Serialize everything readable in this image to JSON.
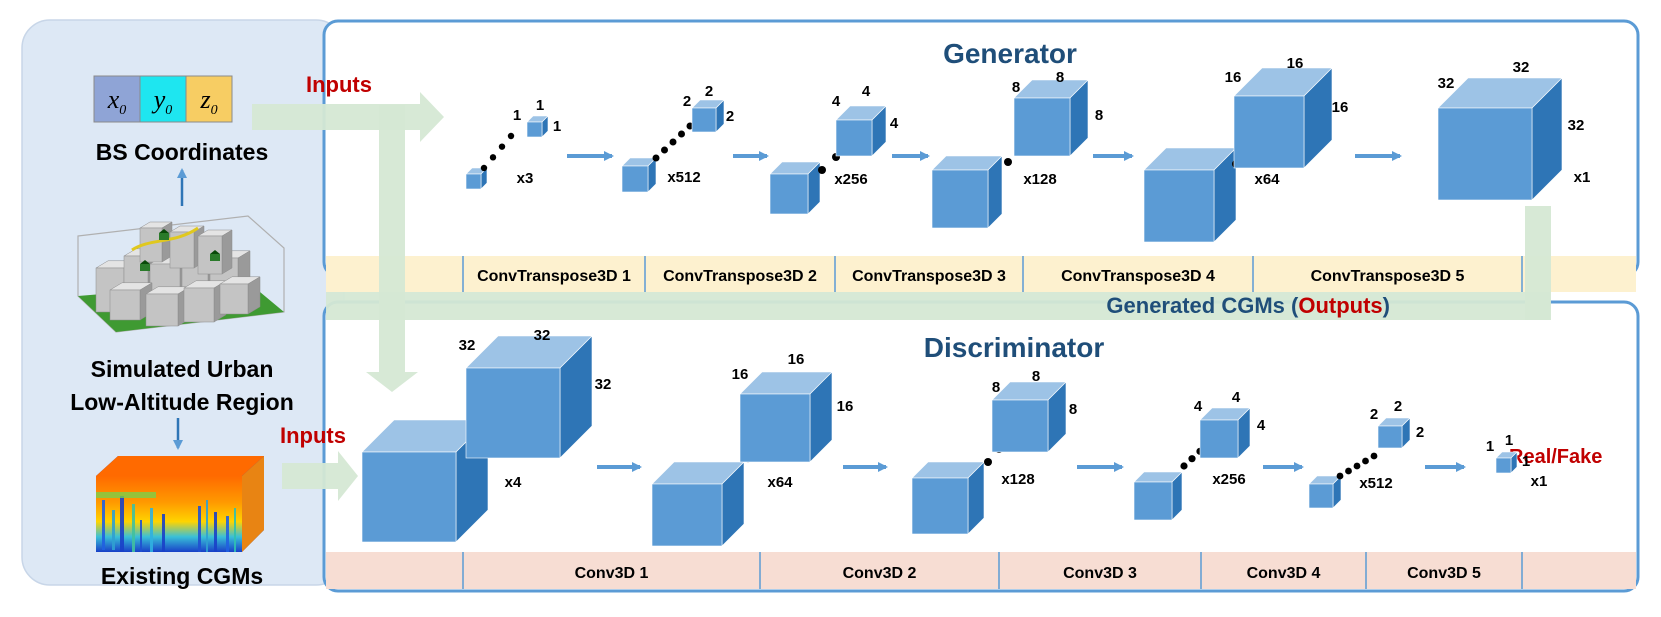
{
  "left_panel": {
    "coord_cells": [
      {
        "symbol": "x",
        "subscript": "0",
        "color": "#8fa4d6"
      },
      {
        "symbol": "y",
        "subscript": "0",
        "color": "#1ee6f0"
      },
      {
        "symbol": "z",
        "subscript": "0",
        "color": "#f7cd63"
      }
    ],
    "bs_coordinates_label": "BS Coordinates",
    "region_label_line1": "Simulated Urban",
    "region_label_line2": "Low-Altitude Region",
    "cgm_label": "Existing CGMs"
  },
  "generator": {
    "title": "Generator",
    "inputs_label": "Inputs",
    "layers": [
      "ConvTranspose3D 1",
      "ConvTranspose3D 2",
      "ConvTranspose3D 3",
      "ConvTranspose3D 4",
      "ConvTranspose3D 5"
    ],
    "blocks": [
      {
        "dims": [
          "1",
          "1",
          "1"
        ],
        "count": "x3"
      },
      {
        "dims": [
          "2",
          "2",
          "2"
        ],
        "count": "x512"
      },
      {
        "dims": [
          "4",
          "4",
          "4"
        ],
        "count": "x256"
      },
      {
        "dims": [
          "8",
          "8",
          "8"
        ],
        "count": "x128"
      },
      {
        "dims": [
          "16",
          "16",
          "16"
        ],
        "count": "x64"
      },
      {
        "dims": [
          "32",
          "32",
          "32"
        ],
        "count": "x1"
      }
    ]
  },
  "generated_label": {
    "prefix": "Generated CGMs (",
    "highlight": "Outputs",
    "suffix": ")"
  },
  "discriminator": {
    "title": "Discriminator",
    "inputs_label": "Inputs",
    "layers": [
      "Conv3D 1",
      "Conv3D 2",
      "Conv3D 3",
      "Conv3D 4",
      "Conv3D 5"
    ],
    "blocks": [
      {
        "dims": [
          "32",
          "32",
          "32"
        ],
        "count": "x4"
      },
      {
        "dims": [
          "16",
          "16",
          "16"
        ],
        "count": "x64"
      },
      {
        "dims": [
          "8",
          "8",
          "8"
        ],
        "count": "x128"
      },
      {
        "dims": [
          "4",
          "4",
          "4"
        ],
        "count": "x256"
      },
      {
        "dims": [
          "2",
          "2",
          "2"
        ],
        "count": "x512"
      },
      {
        "dims": [
          "1",
          "1",
          "1"
        ],
        "count": "x1"
      }
    ],
    "output_label": "Real/Fake"
  },
  "colors": {
    "panel_border": "#5b9bd5",
    "title_blue": "#1f4e79",
    "accent_red": "#c00000",
    "cube_front": "#5b9bd5",
    "cube_top": "#9dc3e6",
    "cube_side": "#2e75b6",
    "gen_bar": "#fdf1cf",
    "disc_bar": "#f7ddd3",
    "flow_green": "#d5e8d4"
  }
}
